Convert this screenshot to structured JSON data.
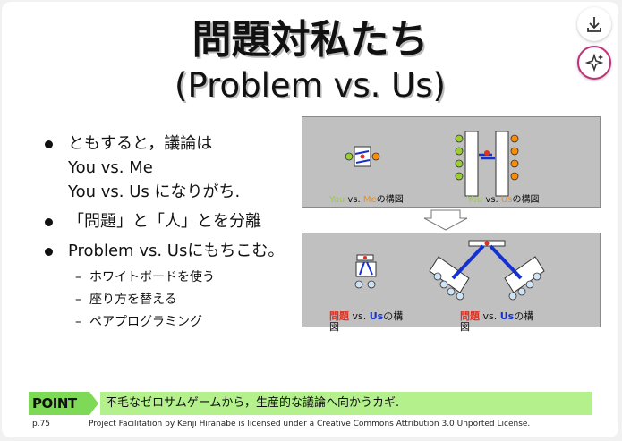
{
  "slide": {
    "title_line1": "問題対私たち",
    "title_line2": "(Problem vs. Us)",
    "bullets": [
      {
        "lines": [
          "ともすると，議論は",
          "You vs. Me",
          "You vs. Us になりがち."
        ]
      },
      {
        "lines": [
          "「問題」と「人」とを分離"
        ]
      },
      {
        "lines": [
          "Problem vs. Usにもちこむ。"
        ]
      }
    ],
    "sub_bullets": [
      "ホワイトボードを使う",
      "座り方を替える",
      "ペアプログラミング"
    ],
    "sub_dash": "–",
    "diagram_top": {
      "left_caption": {
        "a": "You",
        "vs": " vs. ",
        "b": "Me",
        "tail": "の構図"
      },
      "right_caption": {
        "a": "You",
        "vs": " vs. ",
        "b": "Us",
        "tail": "の構図"
      }
    },
    "diagram_bottom": {
      "left_caption": {
        "a": "問題",
        "vs": "  vs.  ",
        "b": "Us",
        "tail": "の構",
        "tail2": "図"
      },
      "right_caption": {
        "a": "問題",
        "vs": "  vs.  ",
        "b": "Us",
        "tail": "の構",
        "tail2": "図"
      }
    },
    "point": {
      "label": "POINT",
      "text": "不毛なゼロサムゲームから，生産的な議論へ向かうカギ."
    },
    "page_number": "p.75",
    "license": "Project Facilitation by Kenji Hiranabe is licensed under a Creative Commons Attribution 3.0 Unported License."
  },
  "toolbar": {
    "download_icon": "download-icon",
    "sparkle_icon": "sparkle-icon"
  },
  "colors": {
    "you": "#9acd32",
    "me": "#ff8c00",
    "problem": "#e03020",
    "us": "#1530d0",
    "point_green": "#7ed957"
  }
}
